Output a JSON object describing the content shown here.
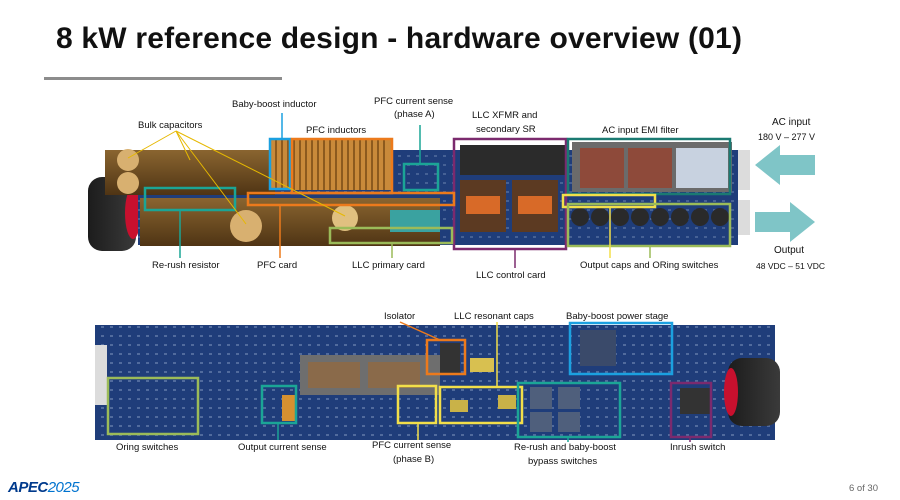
{
  "slide": {
    "title": "8 kW reference design - hardware overview (01)",
    "page": "6 of 30",
    "logo_text": "APEC",
    "logo_year": "2025"
  },
  "top_board": {
    "labels": {
      "baby_boost_inductor": "Baby-boost inductor",
      "pfc_current_sense_a_1": "PFC current sense",
      "pfc_current_sense_a_2": "(phase A)",
      "bulk_capacitors": "Bulk capacitors",
      "pfc_inductors": "PFC inductors",
      "llc_xfmr_1": "LLC XFMR and",
      "llc_xfmr_2": "secondary SR",
      "ac_emi_filter": "AC input EMI filter",
      "ac_input": "AC input",
      "ac_input_range": "180 V – 277 V",
      "rerush_resistor": "Re-rush resistor",
      "pfc_card": "PFC card",
      "llc_primary_card": "LLC primary card",
      "llc_control_card": "LLC control card",
      "output_caps": "Output caps and ORing switches",
      "output": "Output",
      "output_range": "48 VDC – 51 VDC"
    }
  },
  "bottom_board": {
    "labels": {
      "isolator": "Isolator",
      "llc_resonant_caps": "LLC resonant caps",
      "baby_boost_stage": "Baby-boost power stage",
      "oring_switches": "Oring switches",
      "output_current_sense": "Output current sense",
      "pfc_current_sense_b_1": "PFC current sense",
      "pfc_current_sense_b_2": "(phase B)",
      "rerush_bypass_1": "Re-rush and baby-boost",
      "rerush_bypass_2": "bypass switches",
      "inrush_switch": "Inrush switch"
    }
  },
  "colors": {
    "pcb": "#1f3d7a",
    "teal": "#1ba596",
    "orange": "#ec7a1c",
    "olive": "#9bbb59",
    "purple": "#7b2a6e",
    "cyan": "#1ba0e0",
    "yellow": "#f2df4a",
    "arrow": "#7fc5c7"
  }
}
